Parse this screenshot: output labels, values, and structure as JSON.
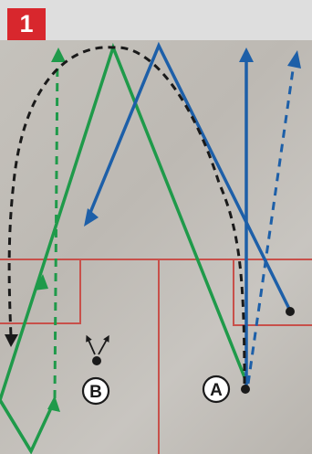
{
  "step": {
    "number": "1"
  },
  "colors": {
    "accent_red": "#d8272d",
    "court_line": "#c8504a",
    "green_path": "#1f9a4a",
    "blue_path": "#1d5fa8",
    "black_path": "#1a1a1a"
  },
  "players": {
    "a": {
      "label": "A"
    },
    "b": {
      "label": "B"
    }
  }
}
